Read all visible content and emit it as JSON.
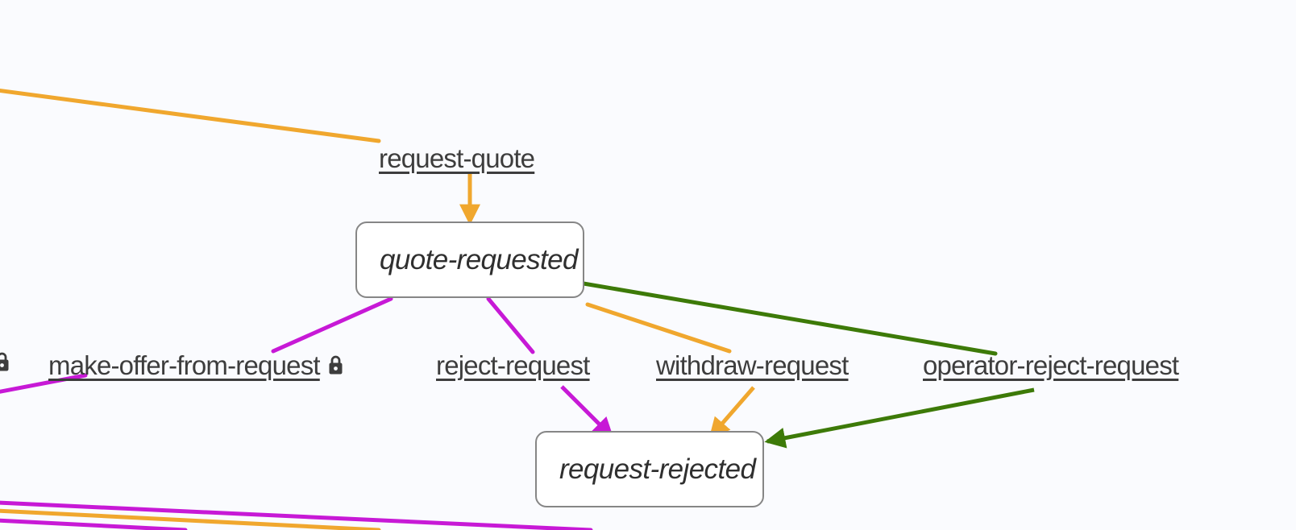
{
  "diagram": {
    "type": "state-machine-graph",
    "background_color": "#fafbfe",
    "node_border_color": "#868686",
    "node_fill_color": "#ffffff",
    "text_color": "#3d3d3d",
    "edge_colors": {
      "orange": "#f0a72e",
      "magenta": "#c719d6",
      "green": "#3d7a08"
    },
    "states": [
      {
        "id": "quote-requested",
        "label": "quote-requested"
      },
      {
        "id": "request-rejected",
        "label": "request-rejected"
      }
    ],
    "transitions": [
      {
        "id": "request-quote",
        "label": "request-quote",
        "color": "orange",
        "locked": false
      },
      {
        "id": "make-offer-from-request",
        "label": "make-offer-from-request",
        "color": "magenta",
        "locked": true
      },
      {
        "id": "reject-request",
        "label": "reject-request",
        "color": "magenta",
        "locked": false
      },
      {
        "id": "withdraw-request",
        "label": "withdraw-request",
        "color": "orange",
        "locked": false
      },
      {
        "id": "operator-reject-request",
        "label": "operator-reject-request",
        "color": "green",
        "locked": false
      }
    ],
    "edges": [
      {
        "from": "request-quote",
        "to": "quote-requested",
        "color": "orange",
        "arrow": true
      },
      {
        "from": "quote-requested",
        "to": "make-offer-from-request",
        "color": "magenta",
        "arrow": false
      },
      {
        "from": "quote-requested",
        "to": "reject-request",
        "color": "magenta",
        "arrow": false
      },
      {
        "from": "reject-request",
        "to": "request-rejected",
        "color": "magenta",
        "arrow": true
      },
      {
        "from": "quote-requested",
        "to": "withdraw-request",
        "color": "orange",
        "arrow": false
      },
      {
        "from": "withdraw-request",
        "to": "request-rejected",
        "color": "orange",
        "arrow": true
      },
      {
        "from": "quote-requested",
        "to": "operator-reject-request",
        "color": "green",
        "arrow": false
      },
      {
        "from": "operator-reject-request",
        "to": "request-rejected",
        "color": "green",
        "arrow": true
      }
    ],
    "icons": {
      "lock": "lock-icon"
    }
  }
}
